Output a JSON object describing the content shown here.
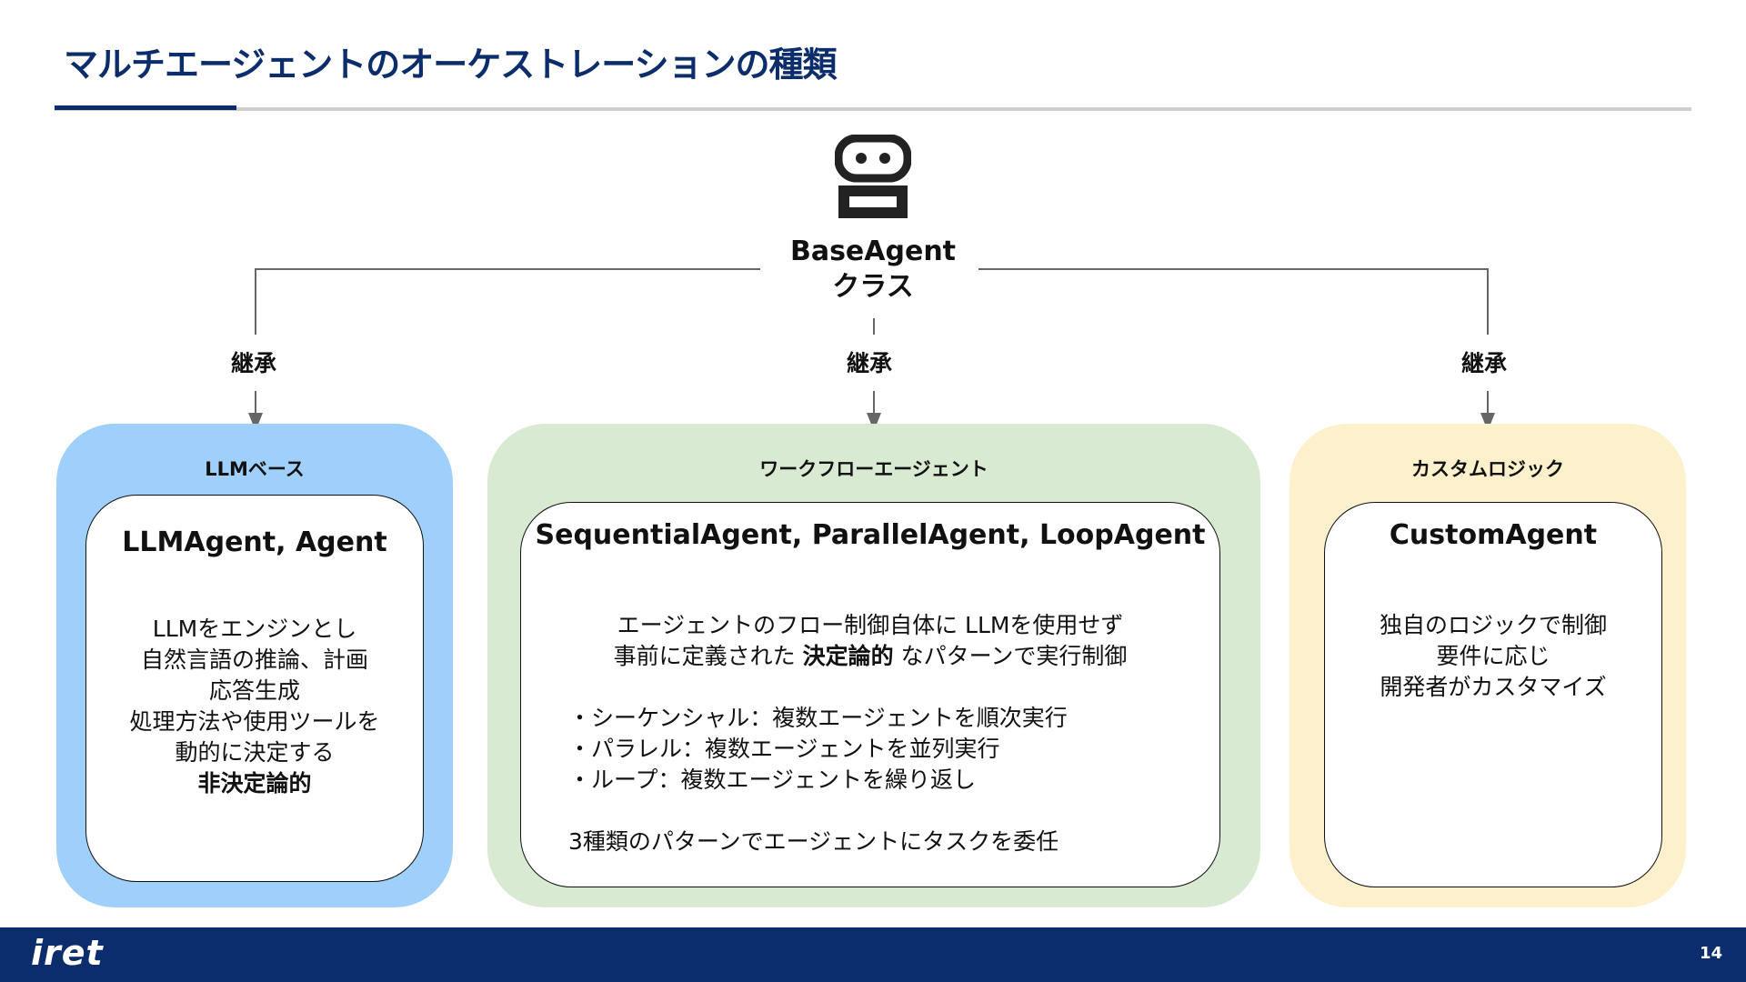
{
  "title": "マルチエージェントのオーケストレーションの種類",
  "root": {
    "line1": "BaseAgent",
    "line2": "クラス",
    "icon": "robot-icon"
  },
  "inherit_label": "継承",
  "groups": {
    "llm": {
      "title": "LLMベース",
      "card_title": "LLMAgent, Agent",
      "lines": [
        "LLMをエンジンとし",
        "自然言語の推論、計画",
        "応答生成",
        "処理方法や使用ツールを",
        "動的に決定する"
      ],
      "emphasis": "非決定論的",
      "color": "#9fd0fb"
    },
    "workflow": {
      "title": "ワークフローエージェント",
      "card_title": "SequentialAgent, ParallelAgent, LoopAgent",
      "intro1": "エージェントのフロー制御自体に LLMを使用せず",
      "intro2_pre": "事前に定義された ",
      "intro2_bold": "決定論的",
      "intro2_post": " なパターンで実行制御",
      "bullets": [
        "・シーケンシャル：複数エージェントを順次実行",
        "・パラレル：複数エージェントを並列実行",
        "・ループ：複数エージェントを繰り返し"
      ],
      "summary": "3種類のパターンでエージェントにタスクを委任",
      "color": "#d9ead3"
    },
    "custom": {
      "title": "カスタムロジック",
      "card_title": "CustomAgent",
      "lines": [
        "独自のロジックで制御",
        "要件に応じ",
        "開発者がカスタマイズ"
      ],
      "color": "#fdf0cc"
    }
  },
  "footer": {
    "logo": "iret",
    "page": "14"
  },
  "colors": {
    "brand": "#0c2d6b",
    "connector": "#666666"
  }
}
